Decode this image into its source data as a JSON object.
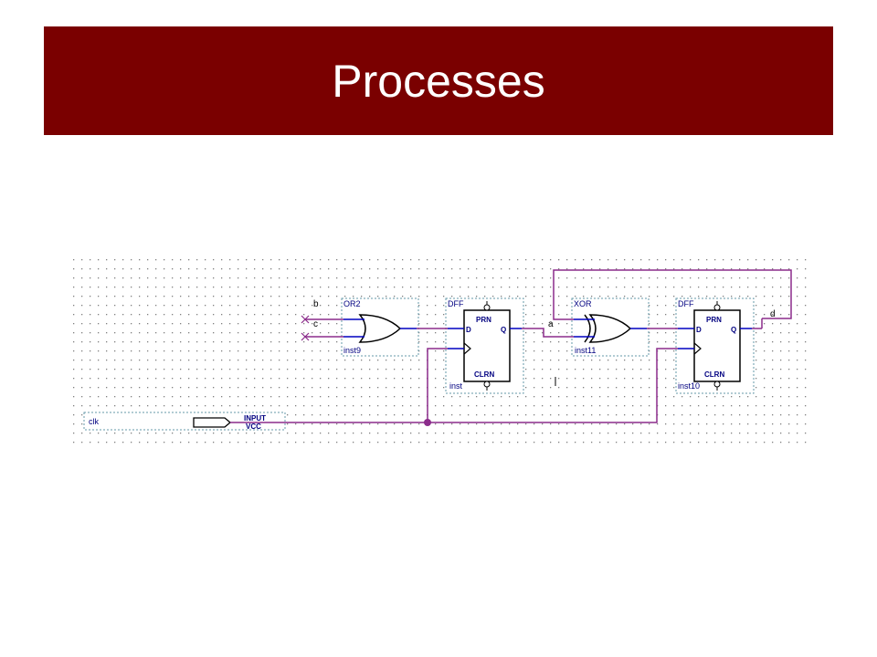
{
  "colors": {
    "title_bar": "#7a0000",
    "title_text": "#ffffff",
    "wire": "#8b2c8b",
    "component_outline": "#6699aa",
    "component_label": "#000080",
    "grid_dot": "#808080",
    "pin": "#0000c0"
  },
  "slide": {
    "title": "Processes"
  },
  "schematic": {
    "signals": {
      "b": "b",
      "c": "c",
      "a": "a",
      "d": "d",
      "clk": "clk"
    },
    "or_gate": {
      "type": "OR2",
      "instance": "inst9"
    },
    "dff_1": {
      "type": "DFF",
      "instance": "inst",
      "pin_d": "D",
      "pin_q": "Q",
      "pin_prn": "PRN",
      "pin_clrn": "CLRN"
    },
    "xor_gate": {
      "type": "XOR",
      "instance": "inst11"
    },
    "dff_2": {
      "type": "DFF",
      "instance": "inst10",
      "pin_d": "D",
      "pin_q": "Q",
      "pin_prn": "PRN",
      "pin_clrn": "CLRN"
    },
    "clk_input": {
      "name": "clk",
      "type": "INPUT",
      "value": "VCC"
    }
  }
}
